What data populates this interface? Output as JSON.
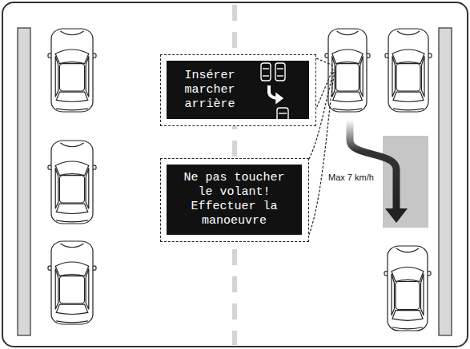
{
  "diagram": {
    "nodes": [
      {
        "text": [
          "Insérer marcher arrière"
        ]
      },
      {
        "text": [
          "Ne pas toucher le volant! Effectuer la manoeuvre"
        ]
      }
    ],
    "labels": [
      "Max 7 km/h"
    ]
  }
}
